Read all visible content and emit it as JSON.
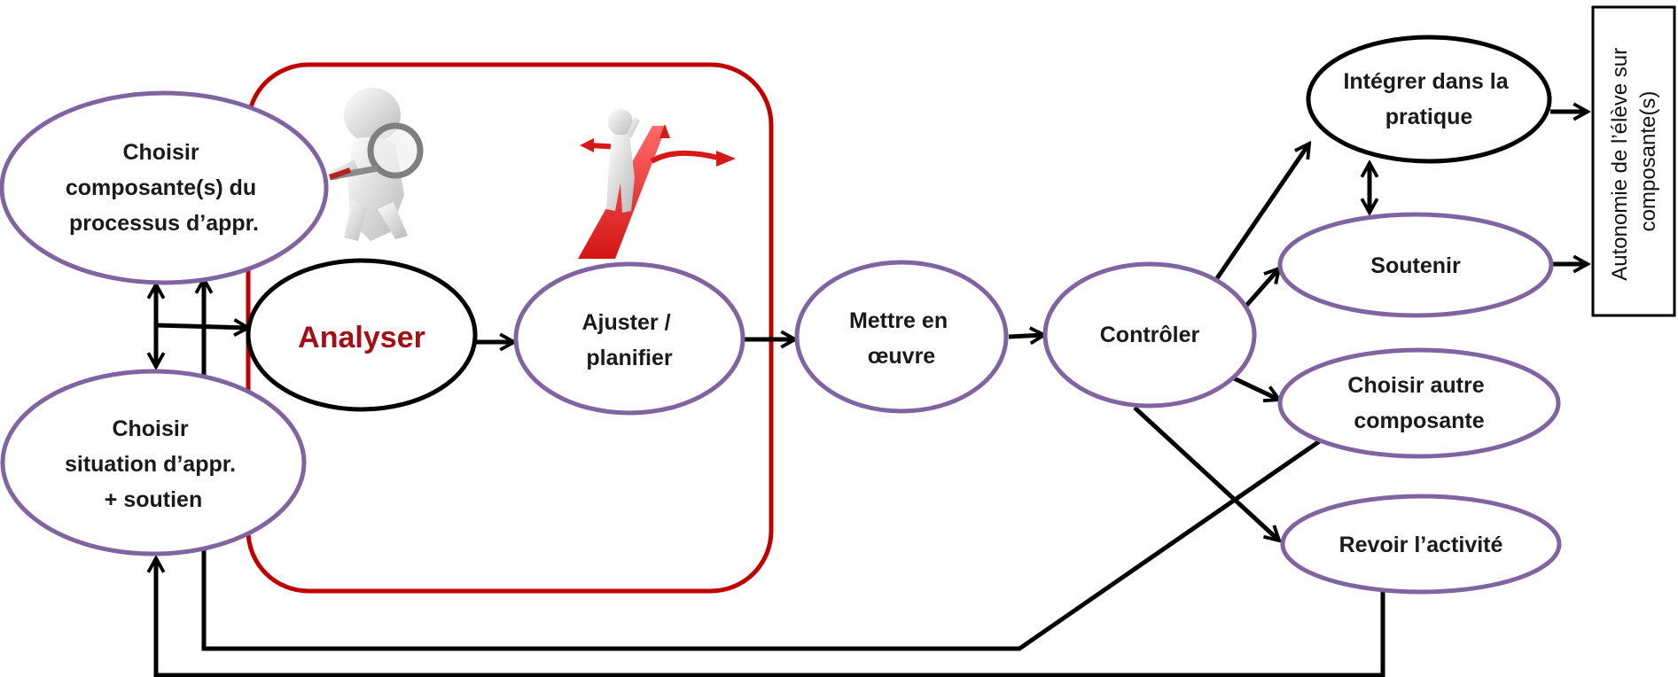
{
  "nodes": {
    "choisir_composante": [
      "Choisir",
      "composante(s) du",
      "processus d’appr."
    ],
    "choisir_situation": [
      "Choisir",
      "situation d’appr.",
      "+ soutien"
    ],
    "analyser": "Analyser",
    "ajuster": [
      "Ajuster /",
      "planifier"
    ],
    "mettre": [
      "Mettre en",
      "œuvre"
    ],
    "controler": "Contrôler",
    "integrer": [
      "Intégrer dans la",
      "pratique"
    ],
    "soutenir": "Soutenir",
    "choisir_autre": [
      "Choisir autre",
      "composante"
    ],
    "revoir": "Revoir l’activité"
  },
  "side_box": {
    "lines": [
      "Autonomie de l’élève sur",
      "composante(s)"
    ]
  },
  "colors": {
    "purple_border": "#8064a2",
    "black_border": "#000000",
    "red_frame": "#c00000",
    "analyser_text": "#a50e14"
  }
}
